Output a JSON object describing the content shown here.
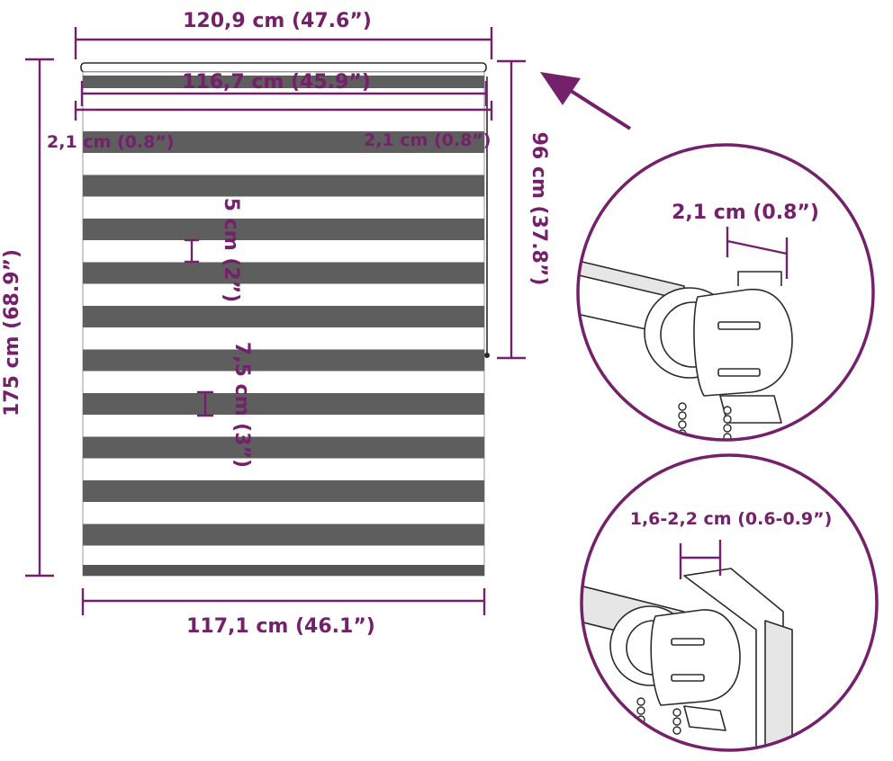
{
  "labels": {
    "total_width": "120,9 cm (47.6”)",
    "fabric_top_width": "116,7 cm (45.9”)",
    "left_margin": "2,1 cm (0.8”)",
    "right_margin": "2,1 cm (0.8”)",
    "chain_length": "96 cm (37.8”)",
    "total_height": "175 cm (68.9”)",
    "sheer_stripe": "5 cm (2”)",
    "solid_stripe": "7,5 cm (3”)",
    "bottom_width": "117,1 cm (46.1”)",
    "detail_bracket_width": "2,1 cm (0.8”)",
    "detail_clamp_range": "1,6-2,2 cm (0.6-0.9”)"
  },
  "colors": {
    "dimension": "#74206b",
    "stripe_dark": "#5e5e5e",
    "stripe_light": "#ffffff",
    "outline": "#2b2b2b"
  },
  "icons": {
    "pointer": "arrow-icon",
    "bracket_detail": "bracket-detail-icon",
    "clamp_detail": "clamp-detail-icon"
  }
}
